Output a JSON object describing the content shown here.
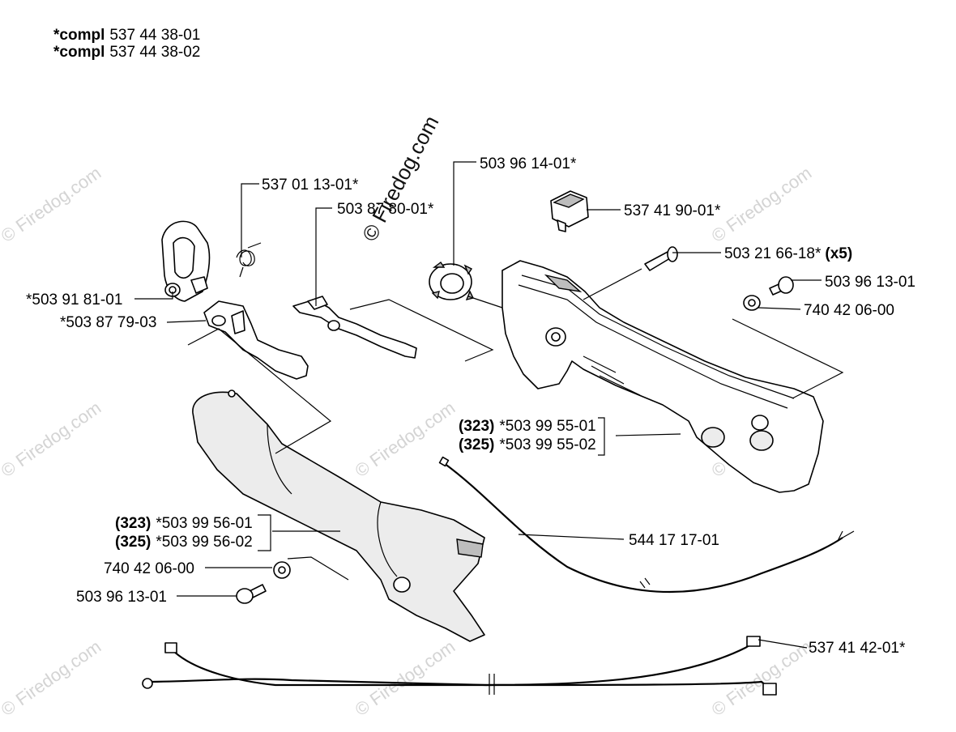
{
  "header": {
    "lines": [
      {
        "prefix": "*compl",
        "number": "537 44 38-01"
      },
      {
        "prefix": "*compl",
        "number": "537 44 38-02"
      }
    ]
  },
  "watermark": {
    "text": "© Firedog.com"
  },
  "callouts": {
    "spring": "537 01 13-01*",
    "lever": "503 87 80-01*",
    "ring": "503 96 14-01*",
    "switch": "537 41 90-01*",
    "bolt": "503 21 66-18*",
    "bolt_qty": "(x5)",
    "screw_right": "503 96 13-01",
    "washer_right": "740 42 06-00",
    "clamp": "*503 91 81-01",
    "trigger": "*503 87 79-03",
    "handle_right_a_model": "(323)",
    "handle_right_a_number": "*503 99 55-01",
    "handle_right_b_model": "(325)",
    "handle_right_b_number": "*503 99 55-02",
    "handle_left_a_model": "(323)",
    "handle_left_a_number": "*503 99 56-01",
    "handle_left_b_model": "(325)",
    "handle_left_b_number": "*503 99 56-02",
    "washer_left": "740 42 06-00",
    "screw_left": "503 96 13-01",
    "throttle_cable": "544 17 17-01",
    "wire_harness": "537 41 42-01*"
  }
}
